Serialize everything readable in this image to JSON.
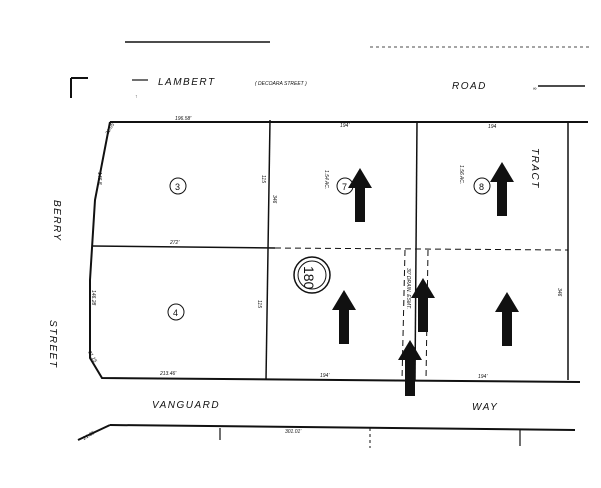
{
  "streets": {
    "lambert": "LAMBERT",
    "decoara": "( DECOARA STREET )",
    "road": "ROAD",
    "berry": "BERRY",
    "street": "STREET",
    "vanguard": "VANGUARD",
    "way": "WAY"
  },
  "tract_label": "TRACT",
  "book_number": "180",
  "easement_label": "30' DRAIN. ESMT.",
  "parcels": [
    {
      "number": "3",
      "area": ""
    },
    {
      "number": "4",
      "area": ""
    },
    {
      "number": "7",
      "area": "1.54 AC."
    },
    {
      "number": "8",
      "area": "1.56 AC."
    }
  ],
  "dimensions": {
    "p3_top": "196.58'",
    "p7_top": "194'",
    "p8_top": "194",
    "p3_bottom": "272'",
    "p4_bottom": "213.46'",
    "p7_bottom": "194'",
    "right_bottom": "194'",
    "west_top": "146.8",
    "west_bottom": "146.28",
    "corner_ne": "31.05",
    "corner_sw": "31.15",
    "mid_upper": "115",
    "mid_lower": "115",
    "lot_upper": "346",
    "right_side": "346",
    "vanguard_width": "301.01'",
    "curve": "21.65"
  },
  "icons": [
    "north-arrow-icon",
    "parcel-arrow-icon"
  ],
  "colors": {
    "ink": "#111111",
    "paper": "#ffffff"
  }
}
